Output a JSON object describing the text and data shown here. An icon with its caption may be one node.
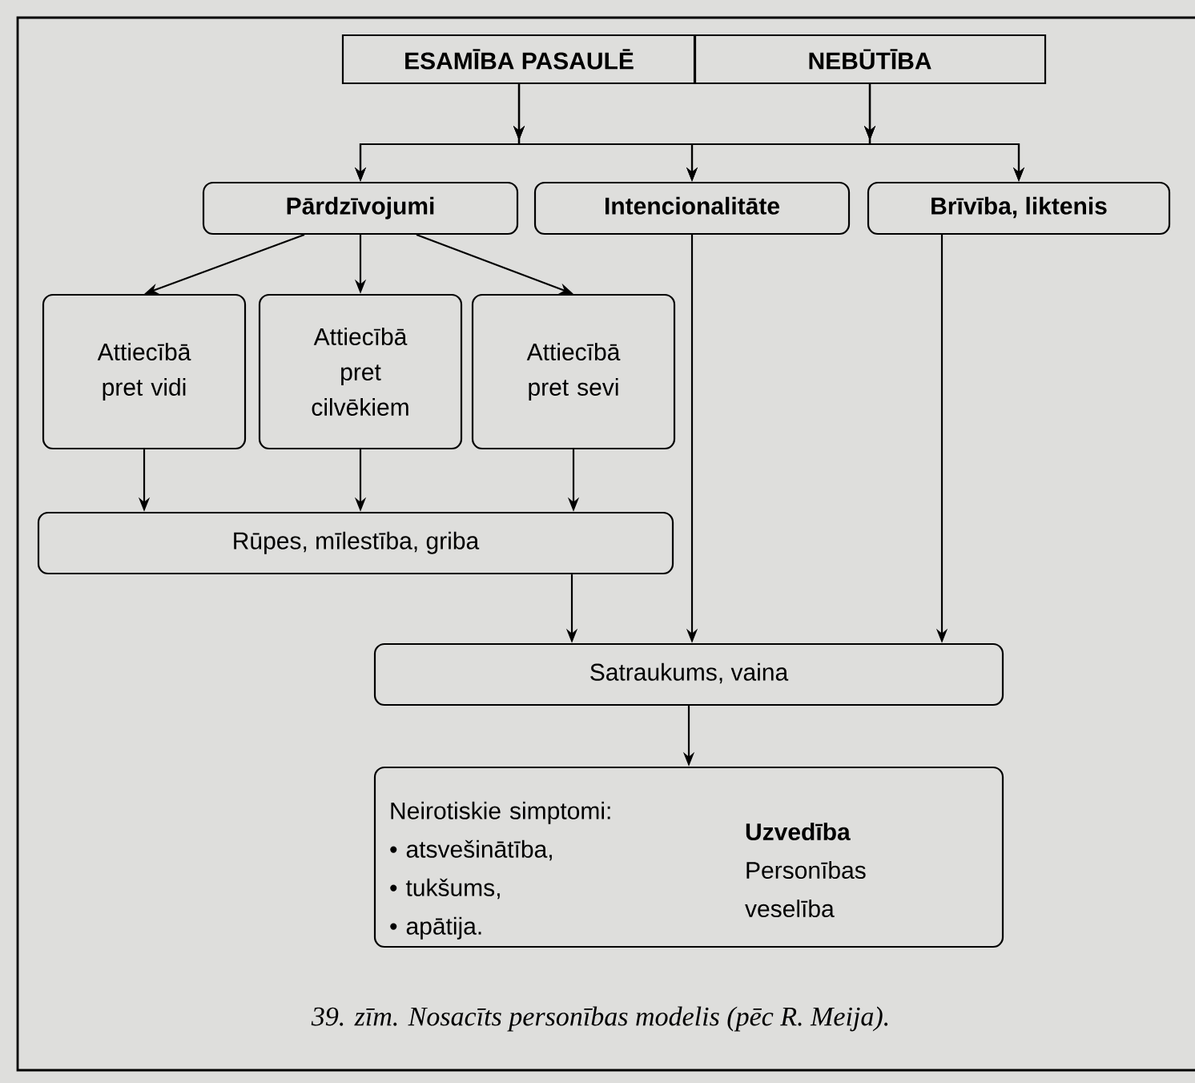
{
  "diagram": {
    "caption": "39. zīm. Nosacīts personības modelis (pēc R. Meija).",
    "nodes": [
      {
        "text": [
          "ESAMĪBA PASAULĒ"
        ]
      },
      {
        "text": [
          "NEBŪTĪBA"
        ]
      },
      {
        "text": [
          "Pārdzīvojumi"
        ]
      },
      {
        "text": [
          "Intencionalitāte"
        ]
      },
      {
        "text": [
          "Brīvība, liktenis"
        ]
      },
      {
        "text": [
          "Attiecībā pret vidi"
        ]
      },
      {
        "text": [
          "Attiecībā pret cilvēkiem"
        ]
      },
      {
        "text": [
          "Attiecībā pret sevi"
        ]
      },
      {
        "text": [
          "Rūpes, mīlestība, griba"
        ]
      },
      {
        "text": [
          "Satraukums, vaina"
        ]
      },
      {
        "text": [
          "Neirotiskie simptomi:",
          "• atsvešinātība,",
          "• tukšums,",
          "• apātija.",
          "Uzvedība",
          "Personības veselība"
        ]
      }
    ],
    "edges": [
      {
        "from": 0,
        "to": 2,
        "arrow": "to"
      },
      {
        "from": 0,
        "to": 3,
        "arrow": "to"
      },
      {
        "from": 0,
        "to": 4,
        "arrow": "to"
      },
      {
        "from": 1,
        "to": 2,
        "arrow": "to"
      },
      {
        "from": 1,
        "to": 3,
        "arrow": "to"
      },
      {
        "from": 1,
        "to": 4,
        "arrow": "to"
      },
      {
        "from": 2,
        "to": 5,
        "arrow": "to"
      },
      {
        "from": 2,
        "to": 6,
        "arrow": "to"
      },
      {
        "from": 2,
        "to": 7,
        "arrow": "to"
      },
      {
        "from": 5,
        "to": 8,
        "arrow": "to"
      },
      {
        "from": 6,
        "to": 8,
        "arrow": "to"
      },
      {
        "from": 7,
        "to": 8,
        "arrow": "to"
      },
      {
        "from": 8,
        "to": 9,
        "arrow": "to"
      },
      {
        "from": 3,
        "to": 9,
        "arrow": "to"
      },
      {
        "from": 4,
        "to": 9,
        "arrow": "to"
      },
      {
        "from": 9,
        "to": 10,
        "arrow": "to"
      }
    ]
  }
}
